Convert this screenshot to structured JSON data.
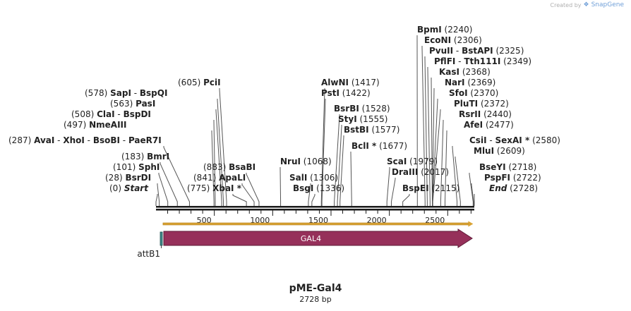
{
  "credit": {
    "prefix": "Created by",
    "brand": "SnapGene"
  },
  "title": "pME-Gal4",
  "length_label": "2728 bp",
  "total_bp": 2728,
  "ruler_ticks": [
    "500",
    "1000",
    "1500",
    "2000",
    "2500"
  ],
  "features": [
    {
      "name": "GAL4",
      "start": 30,
      "end": 2700,
      "color": "#96305a",
      "kind": "arrow"
    },
    {
      "name": "attB1",
      "start": 0,
      "end": 25,
      "color": "#3f8a8a",
      "kind": "box"
    }
  ],
  "orf": {
    "start": 60,
    "end": 2700,
    "color": "#d9a233"
  },
  "sites": [
    {
      "text": [
        {
          "n": "Start",
          "s": "it"
        }
      ],
      "pos": "(0)",
      "bp": 0
    },
    {
      "text": [
        {
          "n": "BsrDI"
        }
      ],
      "pos": "(28)",
      "bp": 28
    },
    {
      "text": [
        {
          "n": "SphI"
        }
      ],
      "pos": "(101)",
      "bp": 101
    },
    {
      "text": [
        {
          "n": "BmrI"
        }
      ],
      "pos": "(183)",
      "bp": 183
    },
    {
      "text": [
        {
          "n": "AvaI"
        },
        {
          "n": "XhoI"
        },
        {
          "n": "BsoBI"
        },
        {
          "n": "PaeR7I"
        }
      ],
      "pos": "(287)",
      "bp": 287
    },
    {
      "text": [
        {
          "n": "NmeAIII"
        }
      ],
      "pos": "(497)",
      "bp": 497
    },
    {
      "text": [
        {
          "n": "ClaI"
        },
        {
          "n": "BspDI"
        }
      ],
      "pos": "(508)",
      "bp": 508
    },
    {
      "text": [
        {
          "n": "PasI"
        }
      ],
      "pos": "(563)",
      "bp": 563
    },
    {
      "text": [
        {
          "n": "SapI"
        },
        {
          "n": "BspQI"
        }
      ],
      "pos": "(578)",
      "bp": 578
    },
    {
      "text": [
        {
          "n": "PciI"
        }
      ],
      "pos": "(605)",
      "bp": 605
    },
    {
      "text": [
        {
          "n": "XbaI",
          "star": "*"
        }
      ],
      "pos": "(775)",
      "bp": 775
    },
    {
      "text": [
        {
          "n": "ApaLI"
        }
      ],
      "pos": "(841)",
      "bp": 841
    },
    {
      "text": [
        {
          "n": "BsaBI"
        }
      ],
      "pos": "(883)",
      "bp": 883
    },
    {
      "text": [
        {
          "n": "NruI"
        }
      ],
      "pos": "(1068)",
      "bp": 1068
    },
    {
      "text": [
        {
          "n": "SalI"
        }
      ],
      "pos": "(1306)",
      "bp": 1306
    },
    {
      "text": [
        {
          "n": "BsgI"
        }
      ],
      "pos": "(1336)",
      "bp": 1336
    },
    {
      "text": [
        {
          "n": "AlwNI"
        }
      ],
      "pos": "(1417)",
      "bp": 1417
    },
    {
      "text": [
        {
          "n": "PstI"
        }
      ],
      "pos": "(1422)",
      "bp": 1422
    },
    {
      "text": [
        {
          "n": "BsrBI"
        }
      ],
      "pos": "(1528)",
      "bp": 1528
    },
    {
      "text": [
        {
          "n": "StyI"
        }
      ],
      "pos": "(1555)",
      "bp": 1555
    },
    {
      "text": [
        {
          "n": "BstBI"
        }
      ],
      "pos": "(1577)",
      "bp": 1577
    },
    {
      "text": [
        {
          "n": "BclI",
          "star": "*"
        }
      ],
      "pos": "(1677)",
      "bp": 1677
    },
    {
      "text": [
        {
          "n": "ScaI"
        }
      ],
      "pos": "(1979)",
      "bp": 1979
    },
    {
      "text": [
        {
          "n": "DraIII"
        }
      ],
      "pos": "(2017)",
      "bp": 2017
    },
    {
      "text": [
        {
          "n": "BspEI"
        }
      ],
      "pos": "(2115)",
      "bp": 2115
    },
    {
      "text": [
        {
          "n": "BpmI"
        }
      ],
      "pos": "(2240)",
      "bp": 2240
    },
    {
      "text": [
        {
          "n": "EcoNI"
        }
      ],
      "pos": "(2306)",
      "bp": 2306
    },
    {
      "text": [
        {
          "n": "PvuII"
        },
        {
          "n": "BstAPI"
        }
      ],
      "pos": "(2325)",
      "bp": 2325
    },
    {
      "text": [
        {
          "n": "PflFI"
        },
        {
          "n": "Tth111I"
        }
      ],
      "pos": "(2349)",
      "bp": 2349
    },
    {
      "text": [
        {
          "n": "KasI"
        }
      ],
      "pos": "(2368)",
      "bp": 2368
    },
    {
      "text": [
        {
          "n": "NarI"
        }
      ],
      "pos": "(2369)",
      "bp": 2369
    },
    {
      "text": [
        {
          "n": "SfoI"
        }
      ],
      "pos": "(2370)",
      "bp": 2370
    },
    {
      "text": [
        {
          "n": "PluTI"
        }
      ],
      "pos": "(2372)",
      "bp": 2372
    },
    {
      "text": [
        {
          "n": "RsrII"
        }
      ],
      "pos": "(2440)",
      "bp": 2440
    },
    {
      "text": [
        {
          "n": "AfeI"
        }
      ],
      "pos": "(2477)",
      "bp": 2477
    },
    {
      "text": [
        {
          "n": "CsiI"
        },
        {
          "n": "SexAI",
          "star": "*"
        }
      ],
      "pos": "(2580)",
      "bp": 2580
    },
    {
      "text": [
        {
          "n": "MluI"
        }
      ],
      "pos": "(2609)",
      "bp": 2609
    },
    {
      "text": [
        {
          "n": "BseYI"
        }
      ],
      "pos": "(2718)",
      "bp": 2718
    },
    {
      "text": [
        {
          "n": "PspFI"
        }
      ],
      "pos": "(2722)",
      "bp": 2722
    },
    {
      "text": [
        {
          "n": "End",
          "s": "it"
        }
      ],
      "pos": "(2728)",
      "bp": 2728
    }
  ]
}
